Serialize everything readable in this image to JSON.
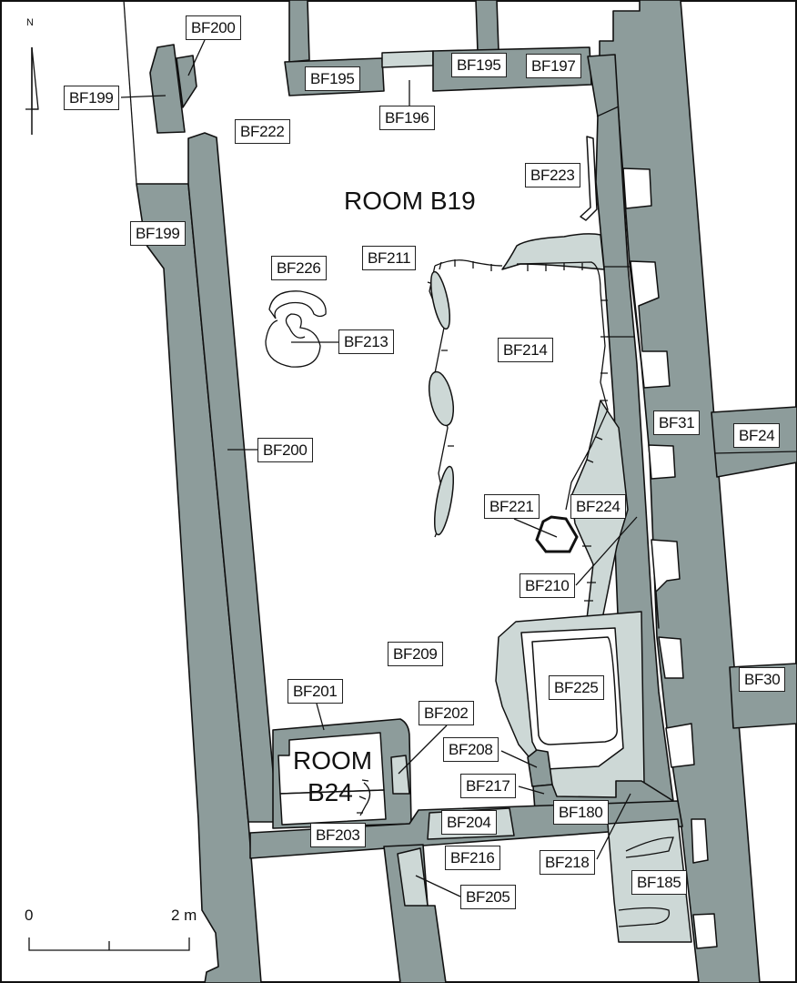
{
  "north_label": "N",
  "scale": {
    "start": "0",
    "end": "2 m"
  },
  "rooms": {
    "b19": "ROOM B19",
    "b24_line1": "ROOM",
    "b24_line2": "B24"
  },
  "colors": {
    "wall": "#8d9c9b",
    "deposit": "#cdd8d6",
    "outline": "#111111"
  },
  "labels": [
    "BF200",
    "BF199",
    "BF222",
    "BF195",
    "BF195",
    "BF197",
    "BF196",
    "BF223",
    "BF199",
    "BF226",
    "BF211",
    "BF213",
    "BF214",
    "BF200",
    "BF31",
    "BF24",
    "BF221",
    "BF224",
    "BF210",
    "BF209",
    "BF225",
    "BF30",
    "BF201",
    "BF202",
    "BF208",
    "BF217",
    "BF204",
    "BF180",
    "BF203",
    "BF216",
    "BF218",
    "BF185",
    "BF205"
  ]
}
